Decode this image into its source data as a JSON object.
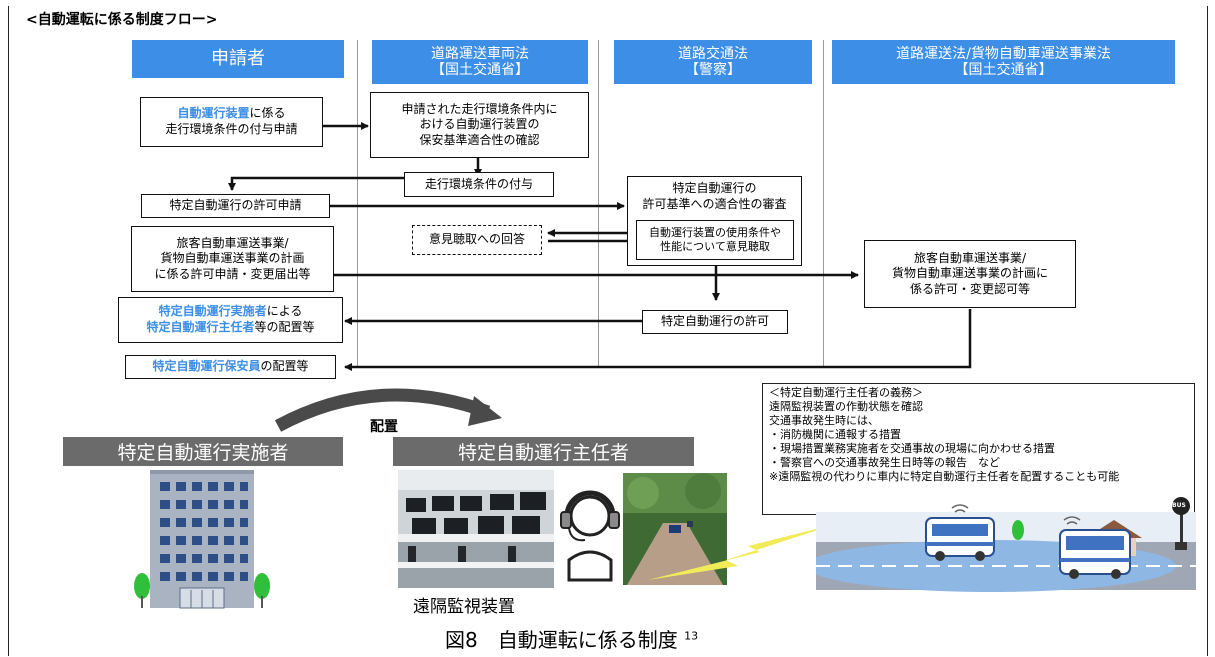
{
  "title": "<自動運転に係る制度フロー>",
  "columns": [
    {
      "line1": "申請者",
      "line2": ""
    },
    {
      "line1": "道路運送車両法",
      "line2": "【国土交通省】"
    },
    {
      "line1": "道路交通法",
      "line2": "【警察】"
    },
    {
      "line1": "道路運送法/貨物自動車運送事業法",
      "line2": "【国土交通省】"
    }
  ],
  "boxes": {
    "apply_conditions": {
      "hl": "自動運行装置",
      "rest1": "に係る",
      "line2": "走行環境条件の付与申請"
    },
    "confirm_safety": {
      "line1": "申請された走行環境条件内に",
      "line2": "おける自動運行装置の",
      "line3": "保安基準適合性の確認"
    },
    "grant_conditions": "走行環境条件の付与",
    "permit_application": "特定自動運行の許可申請",
    "review": {
      "line1": "特定自動運行の",
      "line2": "許可基準への適合性の審査"
    },
    "hearing": {
      "line1": "自動運行装置の使用条件や",
      "line2": "性能について意見聴取"
    },
    "reply_hearing": "意見聴取への回答",
    "passenger_plan": {
      "line1": "旅客自動車運送事業/",
      "line2": "貨物自動車運送事業の計画",
      "line3": "に係る許可申請・変更届出等"
    },
    "passenger_approval": {
      "line1": "旅客自動車運送事業/",
      "line2": "貨物自動車運送事業の計画に",
      "line3": "係る許可・変更認可等"
    },
    "assign_chief": {
      "hl1": "特定自動運行実施者",
      "rest1": "による",
      "hl2": "特定自動運行主任者",
      "rest2": "等の配置等"
    },
    "permit": "特定自動運行の許可",
    "assign_guard": {
      "hl": "特定自動運行保安員",
      "rest": "の配置等"
    }
  },
  "lower": {
    "arrow_label": "配置",
    "operator_header": "特定自動運行実施者",
    "chief_header": "特定自動運行主任者",
    "monitor_label": "遠隔監視装置",
    "duties": [
      "＜特定自動運行主任者の義務＞",
      "遠隔監視装置の作動状態を確認",
      "交通事故発生時には、",
      "・消防機関に通報する措置",
      "・現場措置業務実施者を交通事故の現場に向かわせる措置",
      "・警察官への交通事故発生日時等の報告　など",
      "※遠隔監視の代わりに車内に特定自動運行主任者を配置することも可能"
    ],
    "bus_stop_label": "BUS"
  },
  "caption": {
    "text": "図8　自動運転に係る制度",
    "note": "13"
  },
  "colors": {
    "header_blue": "#3c8ee6",
    "gray_header": "#6b6b6b",
    "highlight": "#3c8ee6"
  }
}
